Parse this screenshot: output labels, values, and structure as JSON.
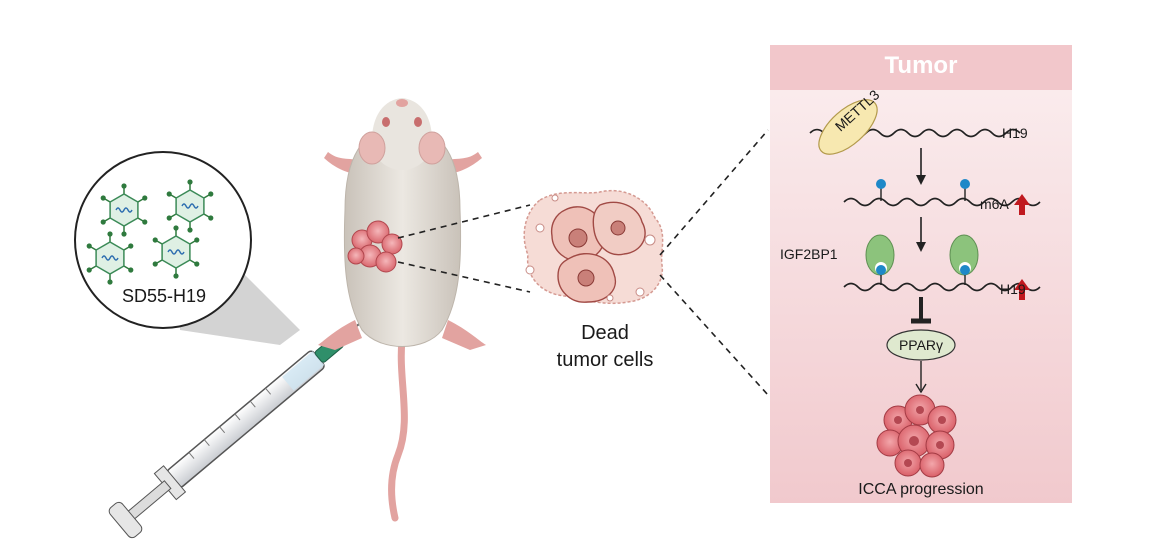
{
  "virus_label": "SD55-H19",
  "dead_cells": {
    "line1": "Dead",
    "line2": "tumor cells"
  },
  "panel": {
    "title": "Tumor",
    "rows": {
      "top_rna": "H19",
      "writer": "METTL3",
      "modification": "m6A",
      "reader": "IGF2BP1",
      "stabilized_rna": "H19",
      "target": "PPARγ",
      "outcome": "ICCA progression"
    }
  },
  "colors": {
    "panel_header": "#f2c7cb",
    "up_arrow": "#c0191f",
    "reader_green": "#8cc37c",
    "m6a_dot": "#1e88c8",
    "mettl3_fill": "#f7e8b0",
    "tumor_pink": "#e8868c"
  }
}
